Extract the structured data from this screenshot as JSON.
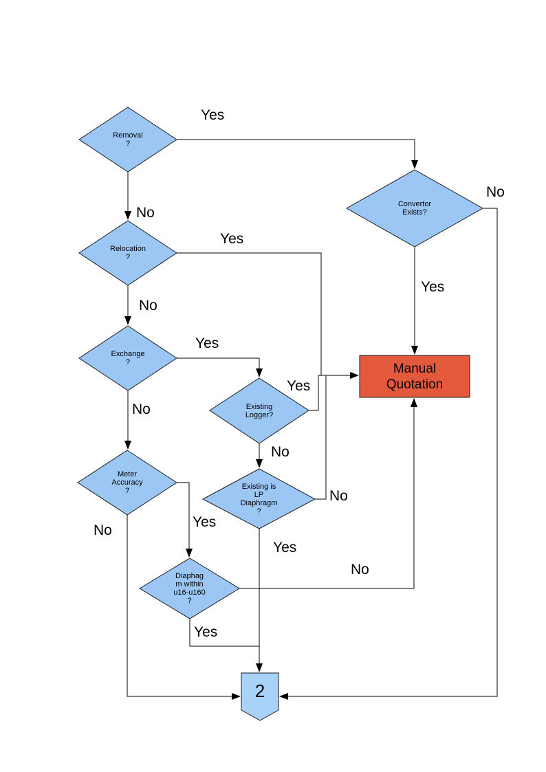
{
  "diagram": {
    "type": "flowchart",
    "nodes": {
      "removal": {
        "label": "Removal ?",
        "shape": "decision"
      },
      "convertor_exists": {
        "label": "Convertor Exists?",
        "shape": "decision"
      },
      "relocation": {
        "label": "Relocation ?",
        "shape": "decision"
      },
      "exchange": {
        "label": "Exchange ?",
        "shape": "decision"
      },
      "existing_logger": {
        "label": "Existing Logger?",
        "shape": "decision"
      },
      "meter_accuracy": {
        "label": "Meter Accuracy ?",
        "shape": "decision"
      },
      "existing_lp_diaphragm": {
        "label": "Existing is LP Diaphragm ?",
        "shape": "decision"
      },
      "diaphragm_within": {
        "label": "Diaphagm within u16-u160 ?",
        "shape": "decision"
      },
      "manual_quotation": {
        "label": "Manual Quotation",
        "shape": "process"
      },
      "connector_2": {
        "label": "2",
        "shape": "off-page-connector"
      }
    },
    "edges": [
      {
        "from": "removal",
        "to": "convertor_exists",
        "label": "Yes"
      },
      {
        "from": "removal",
        "to": "relocation",
        "label": "No"
      },
      {
        "from": "relocation",
        "to": "manual_quotation",
        "label": "Yes"
      },
      {
        "from": "relocation",
        "to": "exchange",
        "label": "No"
      },
      {
        "from": "exchange",
        "to": "existing_logger",
        "label": "Yes"
      },
      {
        "from": "exchange",
        "to": "meter_accuracy",
        "label": "No"
      },
      {
        "from": "existing_logger",
        "to": "manual_quotation",
        "label": "Yes"
      },
      {
        "from": "existing_logger",
        "to": "existing_lp_diaphragm",
        "label": "No"
      },
      {
        "from": "existing_lp_diaphragm",
        "to": "connector_2",
        "label": "Yes"
      },
      {
        "from": "existing_lp_diaphragm",
        "to": "manual_quotation",
        "label": "No"
      },
      {
        "from": "meter_accuracy",
        "to": "diaphragm_within",
        "label": "Yes"
      },
      {
        "from": "meter_accuracy",
        "to": "connector_2",
        "label": "No"
      },
      {
        "from": "diaphragm_within",
        "to": "connector_2",
        "label": "Yes"
      },
      {
        "from": "diaphragm_within",
        "to": "manual_quotation",
        "label": "No"
      },
      {
        "from": "convertor_exists",
        "to": "manual_quotation",
        "label": "Yes"
      },
      {
        "from": "convertor_exists",
        "to": "connector_2",
        "label": "No"
      }
    ],
    "colors": {
      "decision_fill": "#9CC7F4",
      "process_fill": "#E4583C",
      "connector_fill": "#A9D2F8",
      "line": "#000000"
    }
  }
}
